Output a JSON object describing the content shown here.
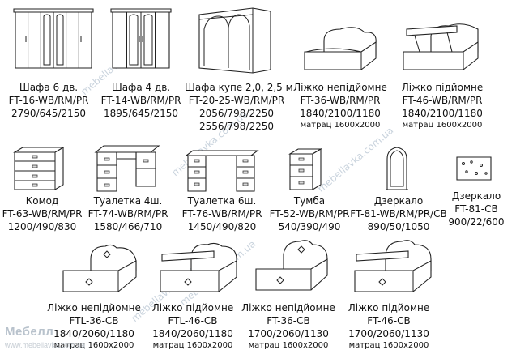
{
  "watermarks": [
    "mebellavka.com.ua",
    "mebellavka.com.ua",
    "mebellavka.com.ua",
    "mebellavka.com.ua",
    "mebellavka.com.ua"
  ],
  "logo": {
    "name": "Мебелл",
    "url": "www.mebellavka.com.ua"
  },
  "items": [
    {
      "title": "Шафа 6 дв.",
      "code": "FT-16-WB/RM/PR",
      "dims": [
        "2790/645/2150"
      ],
      "icon": "wardrobe-6-door-icon"
    },
    {
      "title": "Шафа 4 дв.",
      "code": "FT-14-WB/RM/PR",
      "dims": [
        "1895/645/2150"
      ],
      "icon": "wardrobe-4-door-icon"
    },
    {
      "title": "Шафа купе 2,0, 2,5 м",
      "code": "FT-20-25-WB/RM/PR",
      "dims": [
        "2056/798/2250",
        "2556/798/2250"
      ],
      "icon": "sliding-wardrobe-icon"
    },
    {
      "title": "Ліжко непідйомне",
      "code": "FT-36-WB/RM/PR",
      "dims": [
        "1840/2100/1180"
      ],
      "note": "матрац 1600х2000",
      "icon": "bed-icon"
    },
    {
      "title": "Ліжко підйомне",
      "code": "FT-46-WB/RM/PR",
      "dims": [
        "1840/2100/1180"
      ],
      "note": "матрац 1600х2000",
      "icon": "lift-bed-icon"
    },
    {
      "title": "Комод",
      "code": "FT-63-WB/RM/PR",
      "dims": [
        "1200/490/830"
      ],
      "icon": "chest-of-drawers-icon"
    },
    {
      "title": "Туалетка 4ш.",
      "code": "FT-74-WB/RM/PR",
      "dims": [
        "1580/466/710"
      ],
      "icon": "dressing-table-4-drawer-icon"
    },
    {
      "title": "Туалетка 6ш.",
      "code": "FT-76-WB/RM/PR",
      "dims": [
        "1450/490/820"
      ],
      "icon": "dressing-table-6-drawer-icon"
    },
    {
      "title": "Тумба",
      "code": "FT-52-WB/RM/PR",
      "dims": [
        "540/390/490"
      ],
      "icon": "nightstand-icon"
    },
    {
      "title": "Дзеркало",
      "code": "FT-81-WB/RM/PR/CB",
      "dims": [
        "890/50/1050"
      ],
      "icon": "mirror-frame-icon"
    },
    {
      "title": "Дзеркало",
      "code": "FT-81-CB",
      "dims": [
        "900/22/600"
      ],
      "icon": "mirror-panel-icon"
    },
    {
      "title": "Ліжко непідйомне",
      "code": "FTL-36-CB",
      "dims": [
        "1840/2060/1180"
      ],
      "note": "матрац 1600х2000",
      "icon": "bed-cb-icon"
    },
    {
      "title": "Ліжко підйомне",
      "code": "FTL-46-CB",
      "dims": [
        "1840/2060/1180"
      ],
      "note": "матрац 1600х2000",
      "icon": "lift-bed-cb-icon"
    },
    {
      "title": "Ліжко непідйомне",
      "code": "FT-36-CB",
      "dims": [
        "1700/2060/1130"
      ],
      "note": "матрац 1600х2000",
      "icon": "bed-cb-small-icon"
    },
    {
      "title": "Ліжко підйомне",
      "code": "FT-46-CB",
      "dims": [
        "1700/2060/1130"
      ],
      "note": "матрац 1600х2000",
      "icon": "lift-bed-cb-small-icon"
    }
  ]
}
